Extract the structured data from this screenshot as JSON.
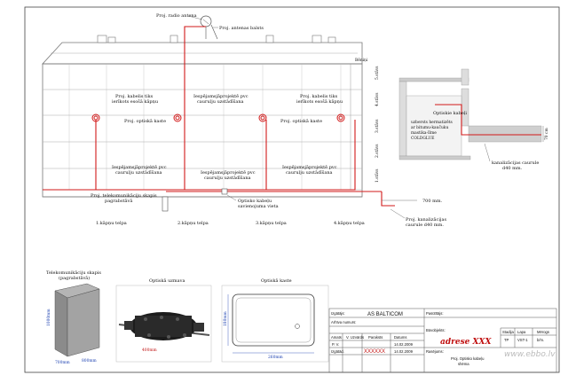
{
  "building_labels": {
    "radio_antenna": "Proj. radio antena",
    "antenna_mast": "Proj. antenas balsts",
    "roof": "Bēniņi",
    "floor5": "5.stāvs",
    "floor4": "4.stāvs",
    "floor3": "3.stāvs",
    "floor2": "2.stāvs",
    "floor1": "1.stāvs",
    "cable_drops_left_1": "Proj. kabelis tiks",
    "cable_drops_left_2": "ierīkots esošā kāpņu",
    "cable_drops_right_1": "Proj. kabelis tiks",
    "cable_drops_right_2": "ierīkots esošā kāpņu",
    "optical_box_left": "Proj. optiskā kaste",
    "optical_box_right": "Proj. optiskā kaste",
    "pvc_top_1": "Iespējamsjāprojektē pvc",
    "pvc_top_2": "caurulju uzstādīšana",
    "pvc_left_1": "Iespējamsjāprojektē pvc",
    "pvc_left_2": "caurulju uzstādīšana",
    "pvc_mid_1": "Iespējamsjāprojektē pvc",
    "pvc_mid_2": "caurulju uzstādīšana",
    "pvc_right_1": "Iespējamsjāprojektē pvc",
    "pvc_right_2": "caurulju uzstādīšana",
    "telecom_cabinet_1": "Proj. telekomunikāciju skapis",
    "telecom_cabinet_2": "pagrabstāvā",
    "splice_point_1": "Optisko kabeļu",
    "splice_point_2": "savienojuma vieta",
    "stair1": "1.kāpņu telpa",
    "stair2": "2.kāpņu telpa",
    "stair3": "3.kāpņu telpa",
    "stair4": "4.kāpņu telpa",
    "optical_cable": "Optiskie kabeļi",
    "asphalt_1": "uzbersts hermatizēts",
    "asphalt_2": "ar bitumu-kaučuku",
    "asphalt_3": "mastika-Ilme",
    "asphalt_4": "COLDGLUE",
    "depth_cm": "70 cm",
    "duct_1": "kanalizācijas caurule",
    "duct_2": "d40 mm.",
    "distance": "700 mm.",
    "proj_duct_1": "Proj. kanalizācijas",
    "proj_duct_2": "caurule   d40 mm."
  },
  "photos": {
    "cabinet_title_1": "Telekomunikāciju skapis",
    "cabinet_title_2": "(pagrabstāvā)",
    "cabinet_height": "1000mm",
    "cabinet_width": "700mm",
    "cabinet_depth": "800mm",
    "splice_title": "Optiskā uzmava",
    "splice_length": "400mm",
    "box_title": "Optiskā kaste",
    "box_width": "260mm",
    "box_height": "180mm"
  },
  "title_block": {
    "client_label": "Izgātājs:",
    "client_value": "AS BALTICOM",
    "customer_label": "Pasūtītājs:",
    "archive_label": "Arhīva numurs:",
    "role_col": "Amats",
    "name_col": "V. Uzvārds",
    "sign_col": "Paraksts",
    "date_col": "Datums",
    "role_1": "P. V.",
    "name_1": "",
    "date_1": "14.02.2009",
    "role_2": "Izgātād.",
    "name_2": "XXXXXX",
    "date_2": "14.02.2009",
    "object_label": "Būvobjekts:",
    "object_value": "adrese XXX",
    "drawing_label": "Rasējums:",
    "drawing_value_1": "Proj. Optisko kabeļu",
    "drawing_value_2": "shēma",
    "stage_h": "Stadija",
    "sheet_h": "Lapa",
    "scale_h": "Mērogs",
    "stage_v": "TP",
    "sheet_v": "VST-1",
    "scale_v": "b/m.",
    "watermark": "www.ebbo.lv"
  }
}
